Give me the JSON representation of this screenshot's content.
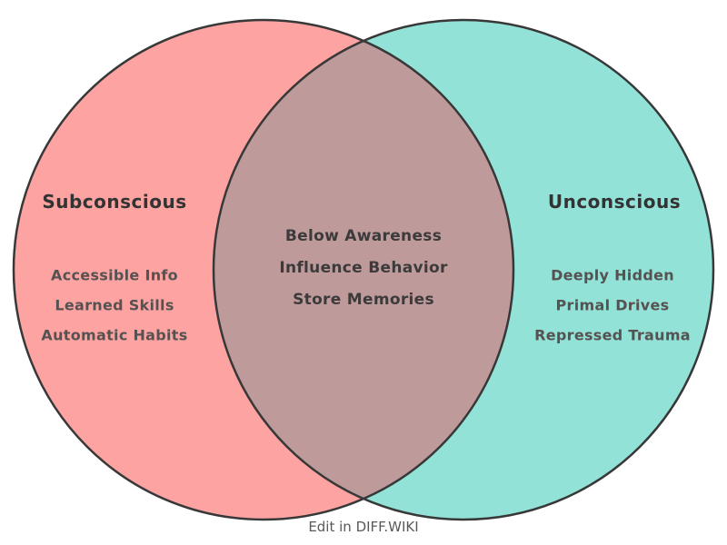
{
  "venn": {
    "stroke_color": "#383838",
    "left": {
      "title": "Subconscious",
      "color": "#fda3a2",
      "items": [
        "Accessible Info",
        "Learned Skills",
        "Automatic Habits"
      ]
    },
    "right": {
      "title": "Unconscious",
      "color": "#93e2d8",
      "items": [
        "Deeply Hidden",
        "Primal Drives",
        "Repressed Trauma"
      ]
    },
    "overlap": {
      "color": "#bf9a9a",
      "items": [
        "Below Awareness",
        "Influence Behavior",
        "Store Memories"
      ]
    }
  },
  "footer": {
    "label": "Edit in DIFF.WIKI"
  }
}
